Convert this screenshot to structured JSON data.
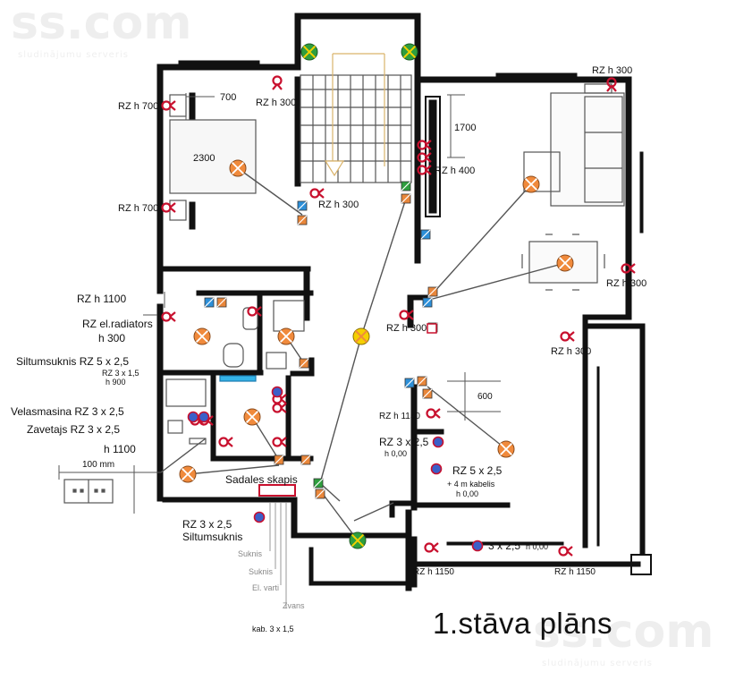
{
  "watermark": {
    "top_logo": "ss.com",
    "top_sub": "sludinājumu serveris",
    "bottom_logo": "ss.com",
    "bottom_sub": "sludinājumu serveris"
  },
  "title": "1.stāva plāns",
  "dimensions": {
    "d700": "700",
    "d2300": "2300",
    "d1700": "1700",
    "d600": "600",
    "d100mm": "100 mm"
  },
  "labels": {
    "rz_h700_top": "RZ h 700",
    "rz_h700_bottom": "RZ h 700",
    "rz_h300_stair": "RZ h 300",
    "rz_h300_bed": "RZ h 300",
    "rz_h300_top_right": "RZ h 300",
    "rz_h400": "RZ h 400",
    "rz_h300_right": "RZ h 300",
    "rz_h300_mid": "RZ h 300",
    "rz_h300_mid_right": "RZ h 300",
    "rz_h1150_mid": "RZ h 1150",
    "rz_3x25_h000_a": "RZ 3 x 2,5",
    "h000_a": "h 0,00",
    "rz_5x25": "RZ 5 x 2,5",
    "m4_kabelis": "+ 4 m kabelis",
    "h000_b": "h 0,00",
    "x3_25_h000": "3 x 2,5",
    "h000_c": "h 0,00",
    "rz_h1150_bl": "RZ h 1150",
    "rz_h1150_br": "RZ h 1150",
    "rz_h1100_top": "RZ h 1100",
    "rz_el_radiators": "RZ el.radiators",
    "h300_rad": "h 300",
    "siltumsuknis_rz5": "Siltumsuknis RZ 5 x 2,5",
    "rz_3x15": "RZ 3 x 1,5",
    "h900": "h 900",
    "velasmasina": "Velasmasina RZ 3 x 2,5",
    "zavetajs": "Zavetajs RZ 3 x 2,5",
    "h1100_bottom": "h 1100",
    "sadales_skapis": "Sadales skapis",
    "rz_3x25_bottom": "RZ 3 x 2,5",
    "siltumsuknis_bottom": "Siltumsuknis",
    "suknis_1": "Suknis",
    "suknis_2": "Suknis",
    "el_varti": "El. varti",
    "zvans": "Zvans",
    "kab_3x15": "kab. 3 x 1,5"
  },
  "colors": {
    "wall": "#111111",
    "socket": "#c8102e",
    "lamp_orange": "#f08a3c",
    "lamp_green": "#2e9e3e",
    "lamp_yellow": "#f5d000",
    "switch_blue": "#2d8fd8",
    "switch_orange": "#e8863a",
    "outlet_blue": "#3b5fc8",
    "radiator_cyan": "#35b4e8",
    "cable_gray": "#777777"
  }
}
